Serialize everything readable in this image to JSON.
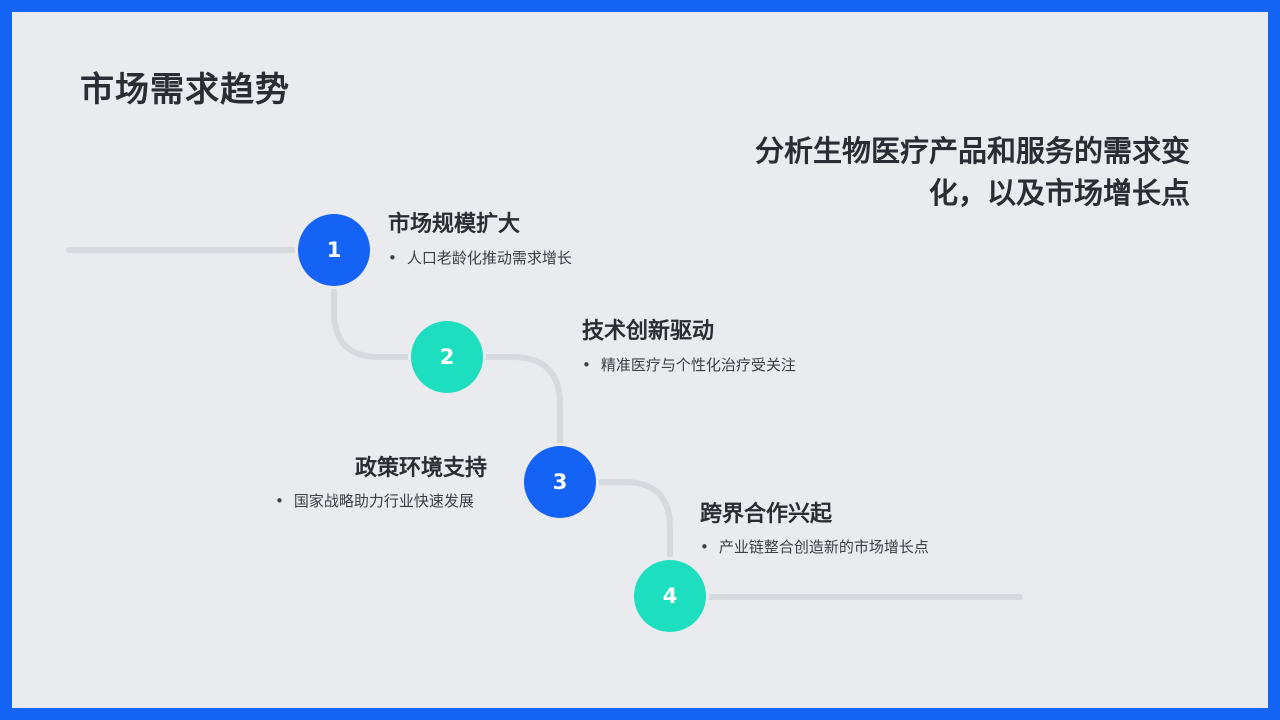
{
  "title": "市场需求趋势",
  "subtitle": "分析生物医疗产品和服务的需求变化，以及市场增长点",
  "steps": [
    {
      "number": "1",
      "heading": "市场规模扩大",
      "point": "人口老龄化推动需求增长"
    },
    {
      "number": "2",
      "heading": "技术创新驱动",
      "point": "精准医疗与个性化治疗受关注"
    },
    {
      "number": "3",
      "heading": "政策环境支持",
      "point": "国家战略助力行业快速发展"
    },
    {
      "number": "4",
      "heading": "跨界合作兴起",
      "point": "产业链整合创造新的市场增长点"
    }
  ],
  "colors": {
    "frame": "#1463f5",
    "blue": "#1463f5",
    "teal": "#1ddfc0",
    "line": "#d6d9de"
  }
}
